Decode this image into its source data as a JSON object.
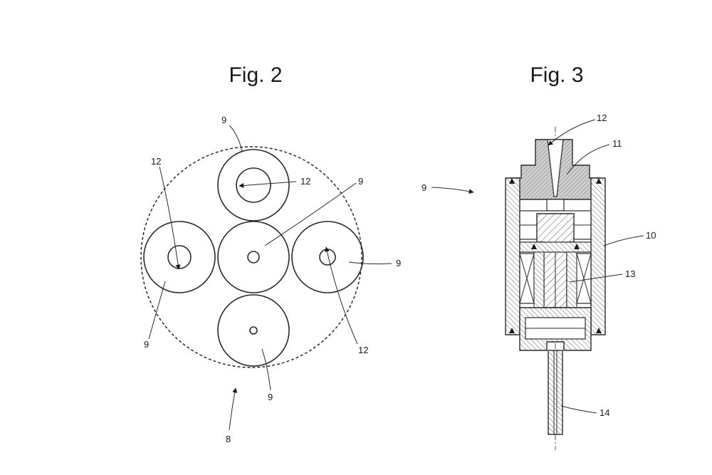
{
  "figures": {
    "fig2": {
      "title": "Fig. 2",
      "labels": {
        "top_9": "9",
        "top_12": "12",
        "left_12": "12",
        "center_9": "9",
        "right_9": "9",
        "left_9": "9",
        "right_12": "12",
        "bottom_9": "9",
        "assembly_8": "8"
      }
    },
    "fig3": {
      "title": "Fig. 3",
      "labels": {
        "ref_12": "12",
        "ref_11": "11",
        "ref_9": "9",
        "ref_10": "10",
        "ref_13": "13",
        "ref_14": "14"
      }
    }
  }
}
